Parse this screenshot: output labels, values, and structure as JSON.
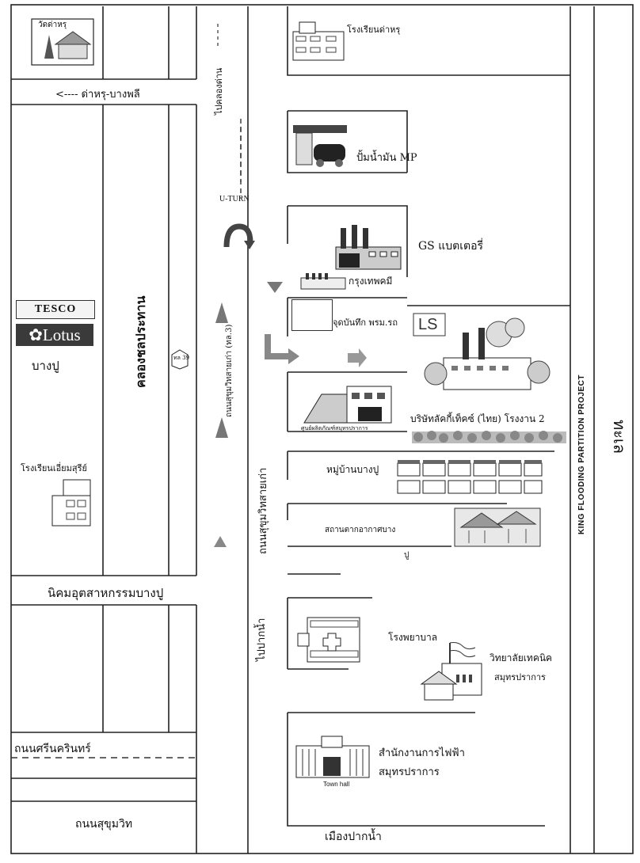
{
  "labels": {
    "temple": "วัดด่าหรุ",
    "road_dan_bangphli": "ด่าหรุ-บางพลี",
    "school_top": "โรงเรียนด่าหรุ",
    "to_klong_dan": "ไปคลองด่าน",
    "gas_station": "ปั้มน้ำมัน MP",
    "u_turn": "U-TURN",
    "gs_battery": "GS แบตเตอรี่",
    "bangkok_chem": "กรุงเทพคมี",
    "dept_point": "จุดบันทึก พรม.รถ",
    "canal": "คลองชลประทาน",
    "tesco": "TESCO",
    "lotus": "Lotus",
    "bangpu": "บางปู",
    "route_shield": "ทล 39",
    "old_sukhumvit_route": "ถนนสุขุมวิทสายเก่า (ทล.3)",
    "factory_company": "บริษัทลัคกี้เท็คซ์ (ไทย) โรงงาน 2",
    "small_factory": "ศูนย์ผลิตภัณฑ์สมุทรปราการ",
    "school_left": "โรงเรียนเอี่ยมสุรีย์",
    "village": "หมู่บ้านบางปู",
    "old_sukhumvit": "ถนนสุขุมวิทสายเก่า",
    "weather_station_1": "สถานตากอากาศบาง",
    "weather_station_2": "ปู",
    "industrial_estate": "นิคมอุตสาหกรรมบางปู",
    "to_paknam": "ไปปากน้ำ",
    "hospital": "โรงพยาบาล",
    "college_1": "วิทยาลัยเทคนิค",
    "college_2": "สมุทรปราการ",
    "srinakarin": "ถนนศรีนครินทร์",
    "electric_1": "สำนักงานการไฟฟ้า",
    "electric_2": "สมุทรปราการ",
    "town_hall": "Town hall",
    "sukhumvit": "ถนนสุขุมวิท",
    "paknam_city": "เมืองปากน้ำ",
    "project": "KING FLOODING PARTITION PROJECT",
    "sea": "ทะเล"
  },
  "icons": [
    "temple-icon",
    "school-building-icon",
    "gas-station-icon",
    "factory-icon",
    "warehouse-icon",
    "large-factory-icon",
    "house-row-icon",
    "resort-icon",
    "hospital-icon",
    "college-icon",
    "town-hall-icon",
    "u-turn-arrow-icon",
    "direction-arrow-icon",
    "route-shield-icon"
  ]
}
